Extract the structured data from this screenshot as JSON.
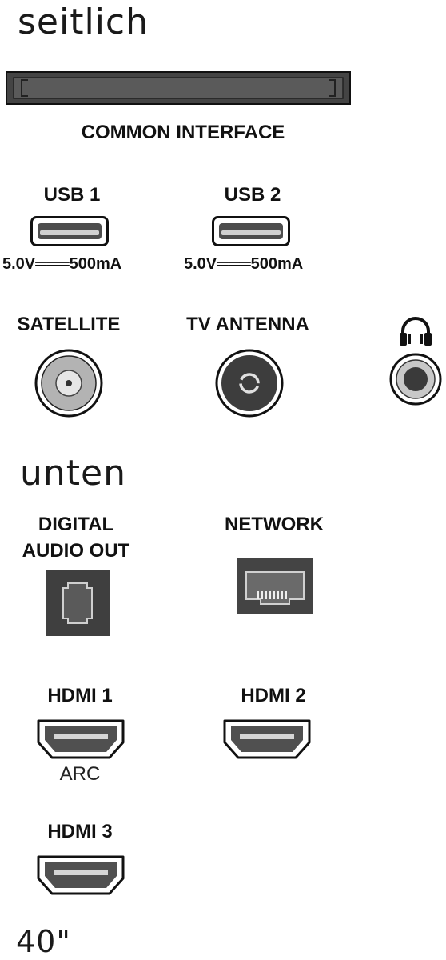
{
  "sections": {
    "side_title": "seitlich",
    "bottom_title": "unten",
    "footer": "40\""
  },
  "ports": {
    "common_interface": "COMMON INTERFACE",
    "usb1": {
      "label": "USB 1",
      "spec": "5.0V═══500mA"
    },
    "usb2": {
      "label": "USB 2",
      "spec": "5.0V═══500mA"
    },
    "satellite": "SATELLITE",
    "tv_antenna": "TV ANTENNA",
    "digital_audio_line1": "DIGITAL",
    "digital_audio_line2": "AUDIO OUT",
    "network": "NETWORK",
    "hdmi1": {
      "label": "HDMI 1",
      "sub": "ARC"
    },
    "hdmi2": "HDMI 2",
    "hdmi3": "HDMI 3"
  },
  "icons": {
    "headphones": "headphones-icon"
  },
  "colors": {
    "ink": "#111111",
    "port_fill": "#555555",
    "light_gray": "#bbbbbb"
  }
}
